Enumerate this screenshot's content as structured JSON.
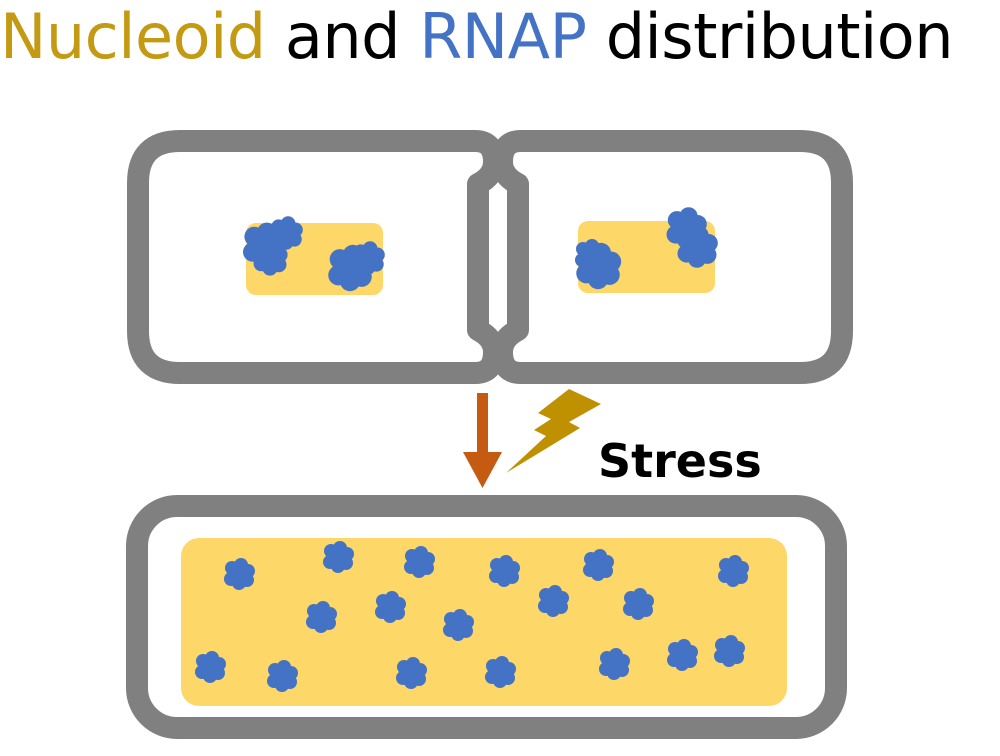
{
  "title": {
    "part1": "Nucleoid",
    "part2": " and ",
    "part3": "RNAP",
    "part4": " distribution"
  },
  "labels": {
    "stress": "Stress"
  },
  "colors": {
    "nucleoid": "#fdd868",
    "nucleoid_title": "#c49a12",
    "rnap": "#4472c4",
    "cell_wall": "#808080",
    "arrow": "#c55a11",
    "lightning": "#bf9000"
  },
  "icons": {
    "stress_arrow": "down-arrow-icon",
    "stress_symbol": "lightning-bolt-icon",
    "rnap_cluster": "rnap-cluster-icon"
  }
}
